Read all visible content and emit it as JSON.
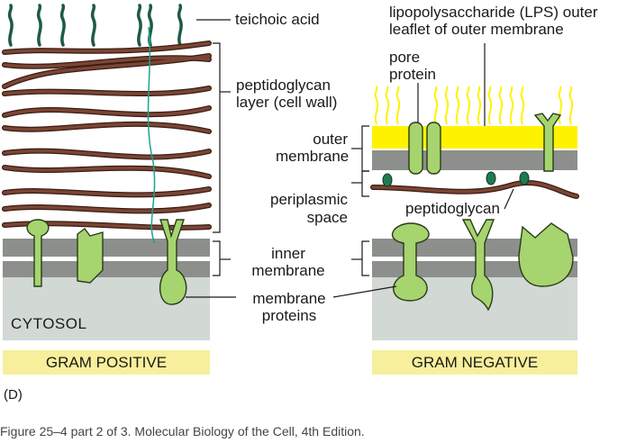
{
  "labels": {
    "teichoic_acid": "teichoic acid",
    "peptidoglycan_layer_1": "peptidoglycan",
    "peptidoglycan_layer_2": "layer (cell wall)",
    "inner_membrane_1": "inner",
    "inner_membrane_2": "membrane",
    "membrane_proteins_1": "membrane",
    "membrane_proteins_2": "proteins",
    "cytosol": "CYTOSOL",
    "lps_1": "lipopolysaccharide (LPS) outer",
    "lps_2": "leaflet of outer membrane",
    "pore_protein_1": "pore",
    "pore_protein_2": "protein",
    "outer_membrane_1": "outer",
    "outer_membrane_2": "membrane",
    "periplasmic_space_1": "periplasmic",
    "periplasmic_space_2": "space",
    "peptidoglycan_gn": "peptidoglycan"
  },
  "bands": {
    "gram_positive": "GRAM POSITIVE",
    "gram_negative": "GRAM NEGATIVE"
  },
  "panel_label": "(D)",
  "caption": "Figure 25–4 part 2 of 3. Molecular Biology of the Cell, 4th Edition.",
  "colors": {
    "peptidoglycan": "#6b3a2a",
    "membrane_gray": "#8c8f8c",
    "cytosol_gray": "#d2d8d4",
    "protein_green": "#a6d46e",
    "lps_yellow": "#fff200",
    "teichoic_green": "#1e5a48",
    "band_yellow": "#f7ef9b"
  }
}
